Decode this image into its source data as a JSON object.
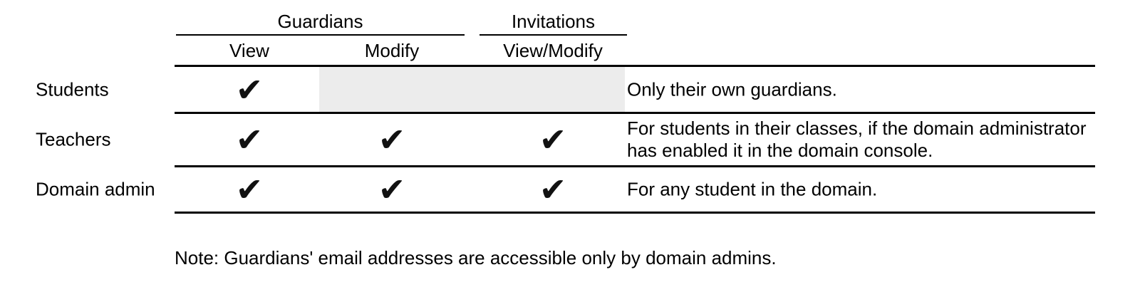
{
  "colors": {
    "line": "#000000",
    "disabled_cell_bg": "#ececec",
    "text": "#000000",
    "check": "#111111"
  },
  "table": {
    "check_glyph": "✔",
    "groups": [
      {
        "label": "Guardians",
        "columns": [
          "View",
          "Modify"
        ]
      },
      {
        "label": "Invitations",
        "columns": [
          "View/Modify"
        ]
      }
    ],
    "rows": [
      {
        "label": "Students",
        "checks": {
          "view": true,
          "modify": false,
          "view_modify": false
        },
        "disabled_region": true,
        "note": "Only their own guardians."
      },
      {
        "label": "Teachers",
        "checks": {
          "view": true,
          "modify": true,
          "view_modify": true
        },
        "disabled_region": false,
        "note": "For students in their classes, if the domain administrator has enabled it in the domain console."
      },
      {
        "label": "Domain admin",
        "checks": {
          "view": true,
          "modify": true,
          "view_modify": true
        },
        "disabled_region": false,
        "note": "For any student in the domain."
      }
    ]
  },
  "footnote": "Note: Guardians' email addresses are accessible only by domain admins."
}
